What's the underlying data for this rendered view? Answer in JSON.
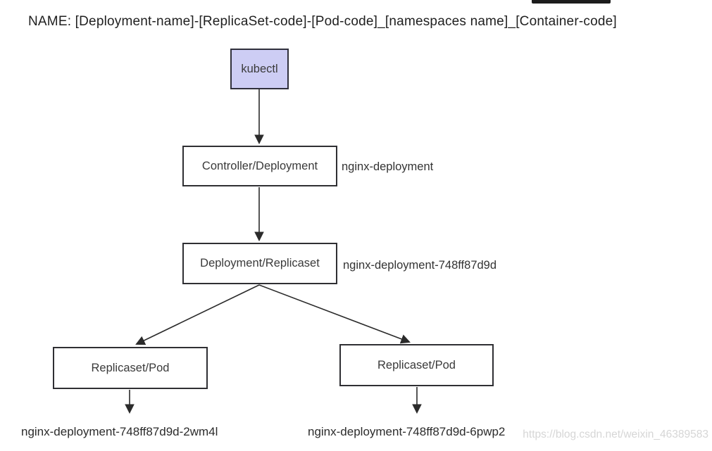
{
  "page": {
    "title": "NAME: [Deployment-name]-[ReplicaSet-code]-[Pod-code]_[namespaces name]_[Container-code]",
    "watermark": "https://blog.csdn.net/weixin_46389583"
  },
  "diagram": {
    "nodes": {
      "kubectl": {
        "label": "kubectl"
      },
      "controller_deployment": {
        "label": "Controller/Deployment",
        "annotation": "nginx-deployment"
      },
      "deployment_replicaset": {
        "label": "Deployment/Replicaset",
        "annotation": "nginx-deployment-748ff87d9d"
      },
      "replicaset_pod_left": {
        "label": "Replicaset/Pod",
        "annotation": "nginx-deployment-748ff87d9d-2wm4l"
      },
      "replicaset_pod_right": {
        "label": "Replicaset/Pod",
        "annotation": "nginx-deployment-748ff87d9d-6pwp2"
      }
    },
    "colors": {
      "kubectl_fill": "#cdcdf4",
      "box_border": "#2f2f33",
      "arrow": "#2b2b2b",
      "text": "#333333",
      "watermark": "#d6d6d6"
    }
  }
}
